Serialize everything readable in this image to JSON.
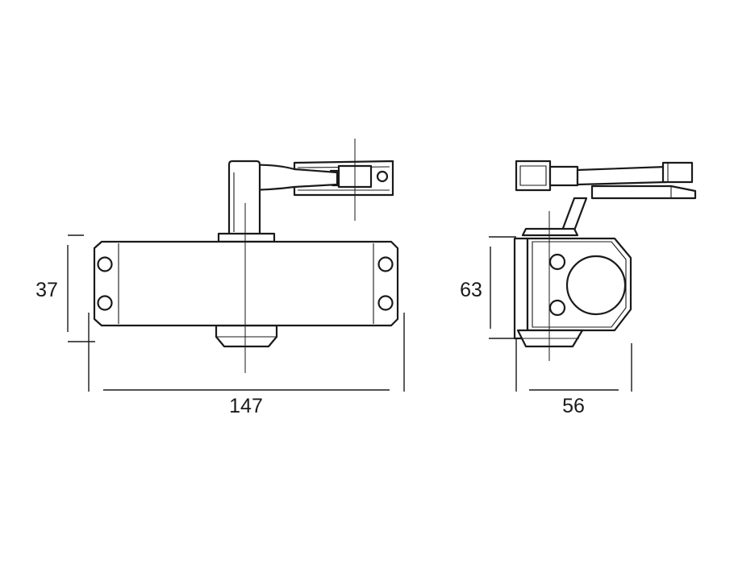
{
  "dimensions": {
    "front_height": "37",
    "front_width": "147",
    "side_height": "63",
    "side_width": "56"
  },
  "colors": {
    "line": "#1a1a1a",
    "background": "#ffffff"
  }
}
